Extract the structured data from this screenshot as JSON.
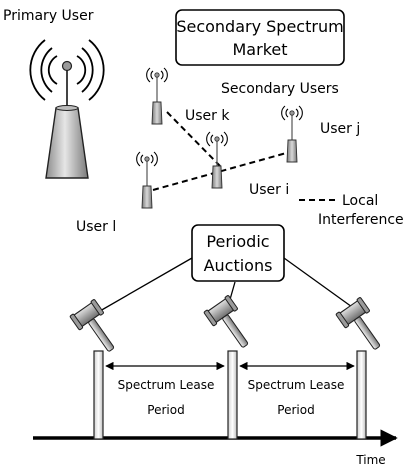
{
  "primary_user": {
    "label": "Primary User"
  },
  "market": {
    "line1": "Secondary Spectrum",
    "line2": "Market"
  },
  "secondary_users": {
    "heading": "Secondary Users",
    "user_k": "User k",
    "user_j": "User j",
    "user_i": "User i",
    "user_l": "User l"
  },
  "legend": {
    "line1": "Local",
    "line2": "Interference"
  },
  "auctions": {
    "line1": "Periodic",
    "line2": "Auctions"
  },
  "lease_periods": [
    {
      "line1": "Spectrum Lease",
      "line2": "Period"
    },
    {
      "line1": "Spectrum Lease",
      "line2": "Period"
    }
  ],
  "timeline": {
    "axis_label": "Time"
  },
  "icons": [
    "primary-tower-icon",
    "antenna-icon",
    "gavel-icon"
  ]
}
